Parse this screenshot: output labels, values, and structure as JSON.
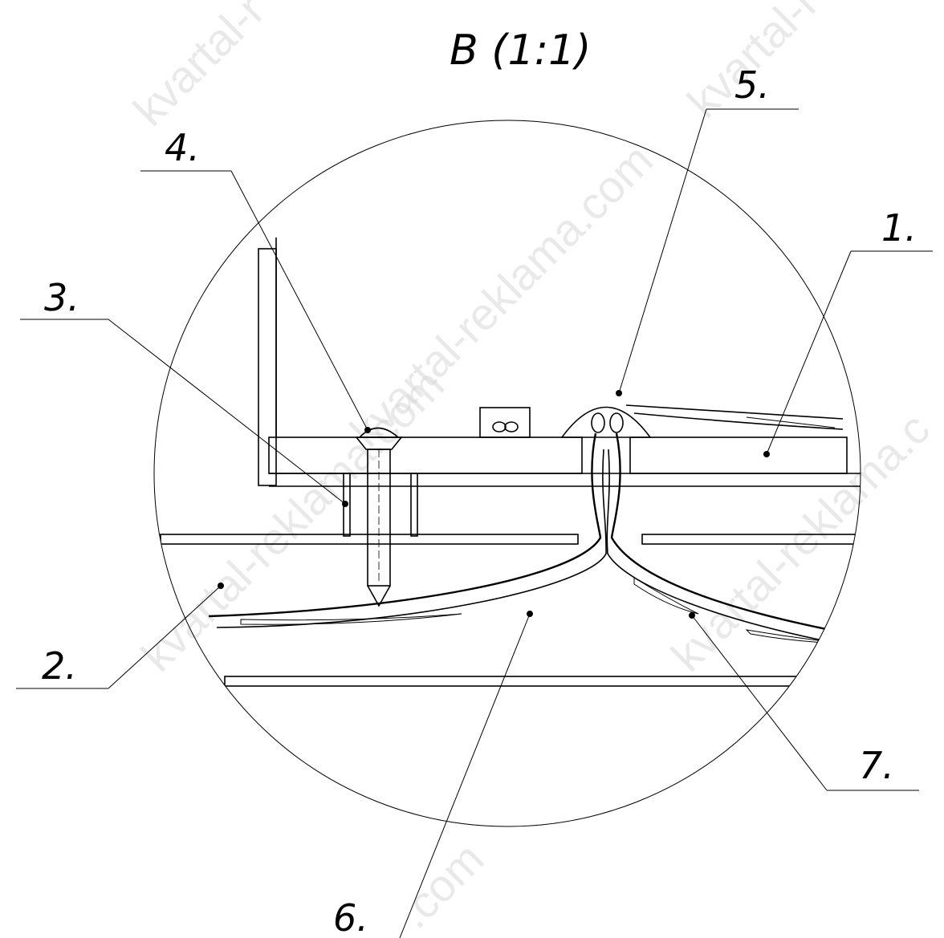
{
  "title": "B (1:1)",
  "callouts": [
    {
      "id": "1",
      "text": "1."
    },
    {
      "id": "2",
      "text": "2."
    },
    {
      "id": "3",
      "text": "3."
    },
    {
      "id": "4",
      "text": "4."
    },
    {
      "id": "5",
      "text": "5."
    },
    {
      "id": "6",
      "text": "6."
    },
    {
      "id": "7",
      "text": "7."
    }
  ],
  "watermark": "kvartal-reklama.com",
  "colors": {
    "line": "#000000",
    "watermark": "#d8d8d8",
    "background": "#ffffff"
  }
}
